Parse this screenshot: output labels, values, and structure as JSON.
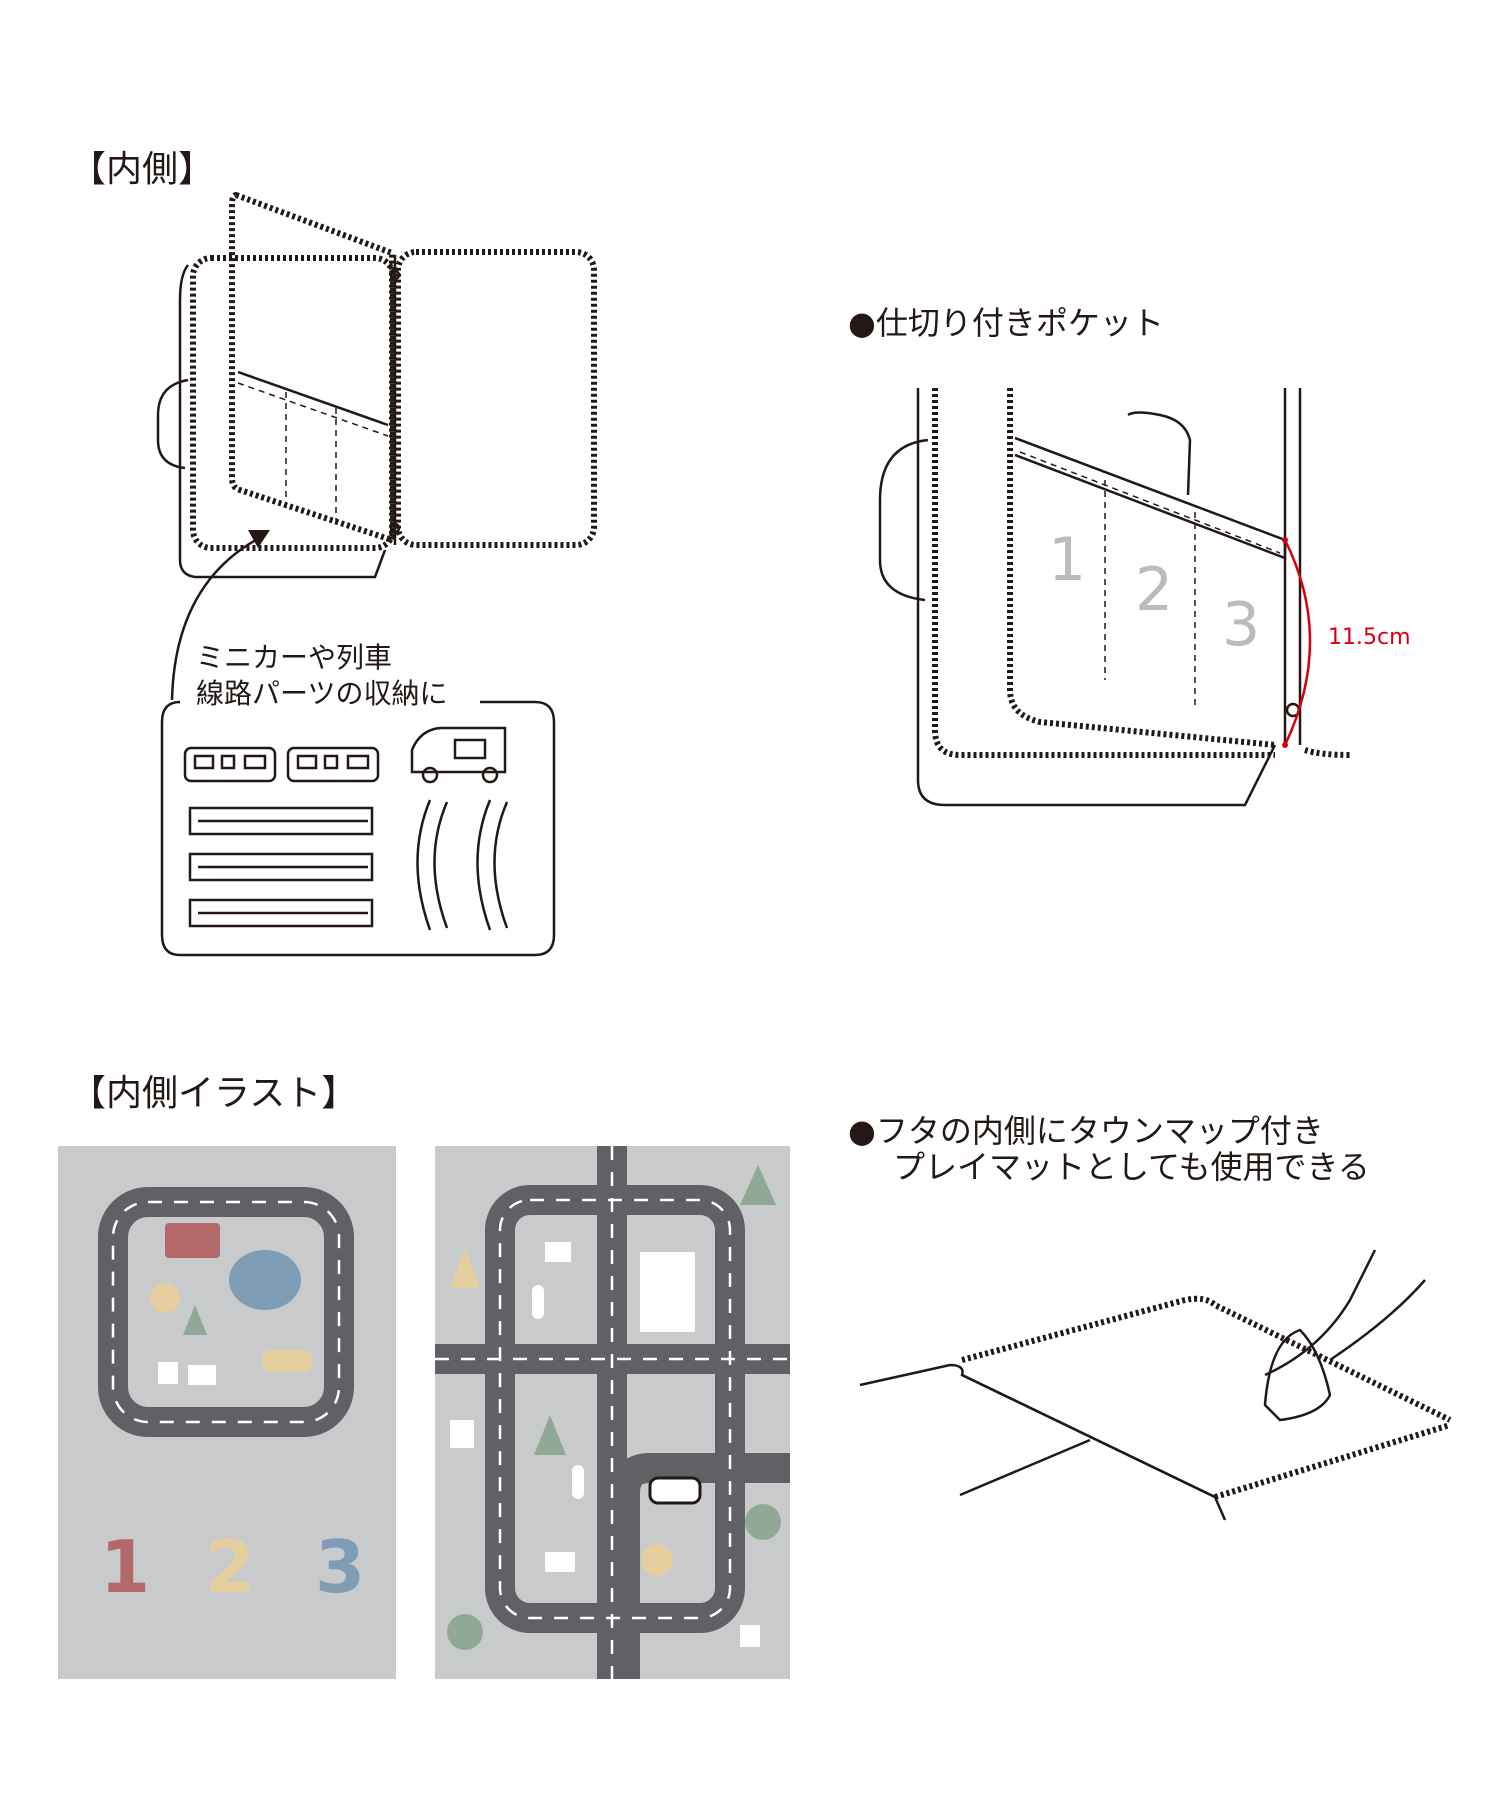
{
  "sections": {
    "inside_title": "【内側】",
    "inside_illust_title": "【内側イラスト】"
  },
  "storage_callout": {
    "line1": "ミニカーや列車",
    "line2": "線路パーツの収納に"
  },
  "pocket_feature": {
    "bullet": "●",
    "label": "仕切り付きポケット",
    "measurement": "11.5cm",
    "pocket_numbers": [
      "1",
      "2",
      "3"
    ]
  },
  "playmat_feature": {
    "bullet": "●",
    "line1": "フタの内側にタウンマップ付き",
    "line2": "プレイマットとしても使用できる"
  },
  "left_mat": {
    "numbers": [
      "1",
      "2",
      "3"
    ]
  },
  "colors": {
    "mat": "#c9cacb",
    "road": "#5f6164",
    "accent_red": "#d7000f",
    "num1": "#b3686a",
    "num2": "#e6cf9e",
    "num3": "#7f9db5"
  }
}
